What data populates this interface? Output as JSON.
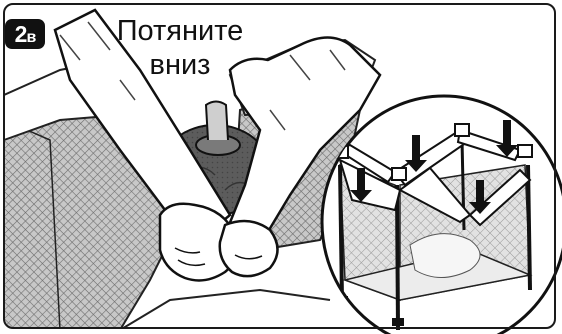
{
  "step": {
    "number": "2",
    "letter": "в"
  },
  "instruction": {
    "line1": "Потяните",
    "line2": "вниз"
  },
  "illustration": {
    "main": "hands-pulling-center-hub",
    "inset": "playpen-frame-arrows-down"
  },
  "colors": {
    "outline": "#111111",
    "badge": "#111111",
    "hub": "#5a5a5a",
    "mesh": "#8a8a8a"
  }
}
